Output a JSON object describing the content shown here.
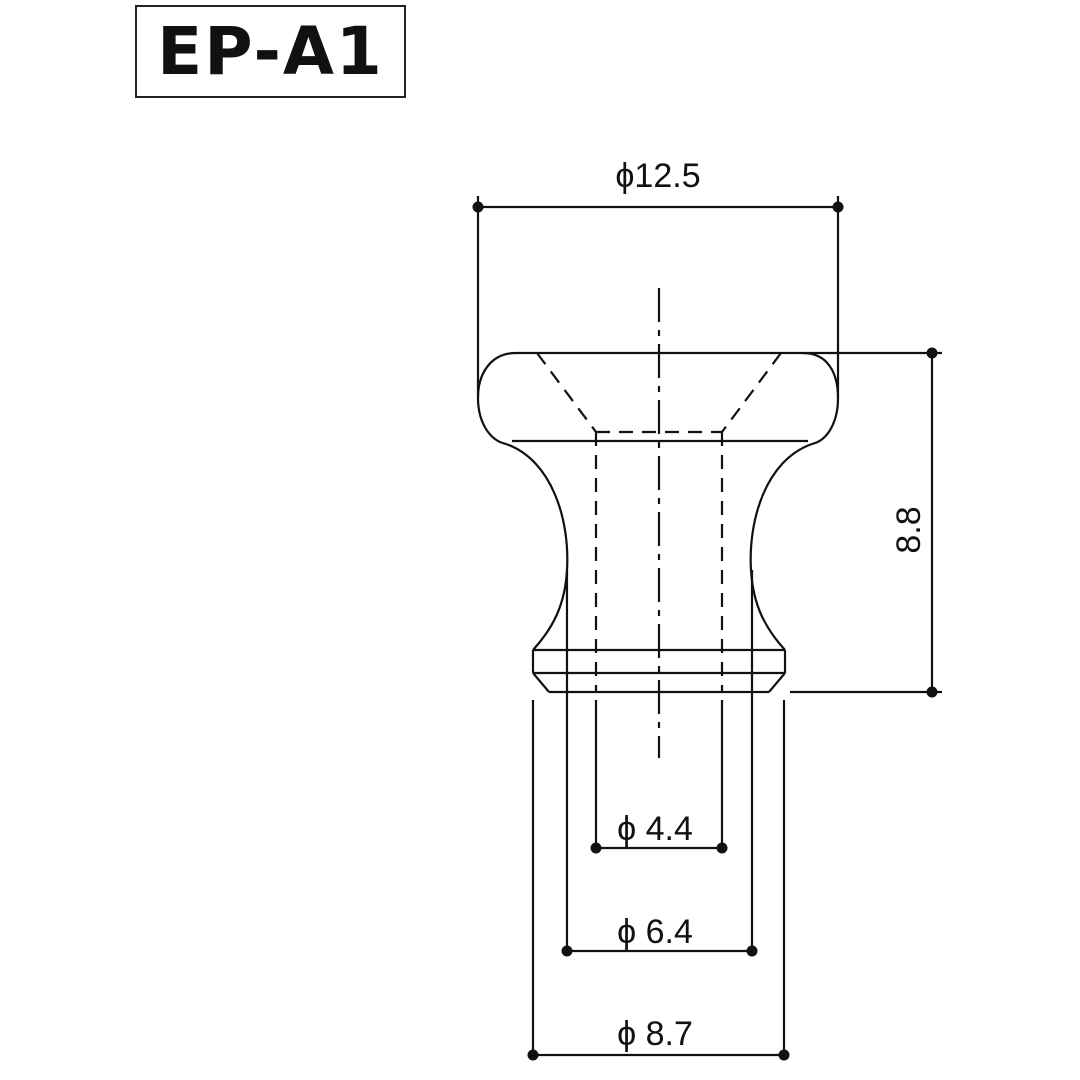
{
  "title": "EP-A1",
  "colors": {
    "line": "#111111",
    "background": "#ffffff"
  },
  "dimensions": {
    "top_diameter": {
      "label": "ϕ12.5",
      "value": 12.5,
      "unit": "mm",
      "type": "diameter"
    },
    "height": {
      "label": "8.8",
      "value": 8.8,
      "unit": "mm",
      "type": "length"
    },
    "bore_diameter": {
      "label": "ϕ 4.4",
      "value": 4.4,
      "unit": "mm",
      "type": "diameter"
    },
    "waist_diameter": {
      "label": "ϕ 6.4",
      "value": 6.4,
      "unit": "mm",
      "type": "diameter"
    },
    "base_diameter": {
      "label": "ϕ 8.7",
      "value": 8.7,
      "unit": "mm",
      "type": "diameter"
    }
  }
}
